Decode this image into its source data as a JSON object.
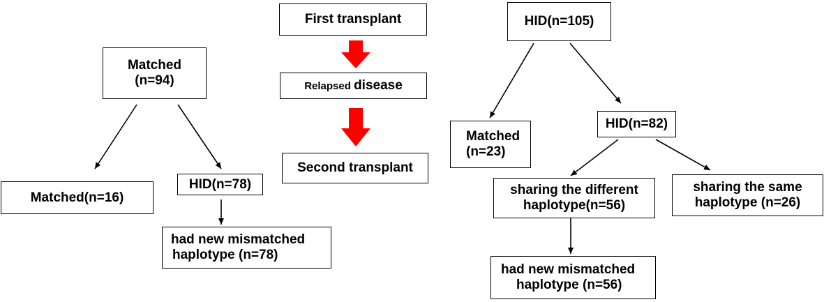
{
  "colors": {
    "line": "#000000",
    "process_arrow": "#ff0000",
    "box_border": "#000000"
  },
  "left_tree": {
    "root": {
      "line1": "Matched",
      "line2": "(n=94)"
    },
    "matched": {
      "label": "Matched(n=16)"
    },
    "hid": {
      "label": "HID(n=78)"
    },
    "new_mismatch": {
      "line1": "had new mismatched",
      "line2": "haplotype (n=78)"
    }
  },
  "process": {
    "first": {
      "label": "First transplant"
    },
    "relapsed": {
      "prefix": "Relapsed ",
      "word": "disease"
    },
    "second": {
      "label": "Second transplant"
    }
  },
  "right_tree": {
    "root": {
      "label": "HID(n=105)"
    },
    "matched": {
      "line1": "Matched",
      "line2": "(n=23)"
    },
    "hid": {
      "label": "HID(n=82)"
    },
    "different": {
      "line1": "sharing the different",
      "line2": "haplotype(n=56)"
    },
    "same": {
      "line1": "sharing the same",
      "line2": "haplotype (n=26)"
    },
    "new_mismatch": {
      "line1": "had new mismatched",
      "line2": "haplotype (n=56)"
    }
  }
}
